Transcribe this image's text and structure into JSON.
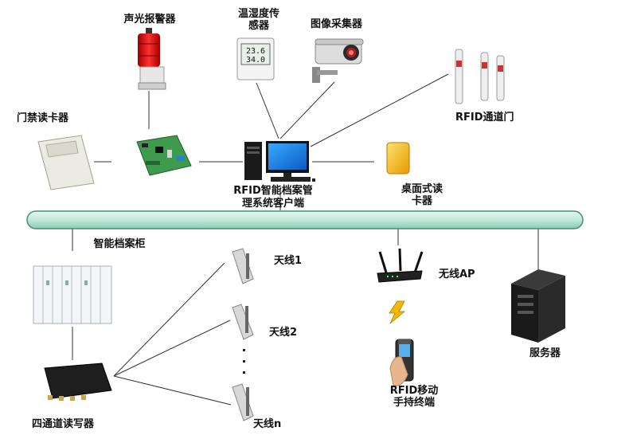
{
  "labels": {
    "alarm": "声光报警器",
    "sensor": "温湿度传感器",
    "camera": "图像采集器",
    "access_reader": "门禁读卡器",
    "rfid_gate": "RFID通道门",
    "client_line1": "RFID智能档案管",
    "client_line2": "理系统客户端",
    "desktop_reader": "桌面式读卡器",
    "cabinet": "智能档案柜",
    "antenna1": "天线1",
    "antenna2": "天线2",
    "antennan": "天线n",
    "wireless_ap": "无线AP",
    "server": "服务器",
    "handheld": "RFID移动手持终端",
    "four_channel_reader": "四通道读写器"
  },
  "sensor_display": {
    "line1": "23.6",
    "line2": "34.0"
  },
  "colors": {
    "bus_fill": "#c8ece0",
    "bus_stroke": "#3f8f7a",
    "line": "#333333",
    "alarm_red": "#e01818",
    "board_green": "#3e9a4c",
    "reader_yellow": "#f0b400",
    "lightning": "#f5b800"
  }
}
